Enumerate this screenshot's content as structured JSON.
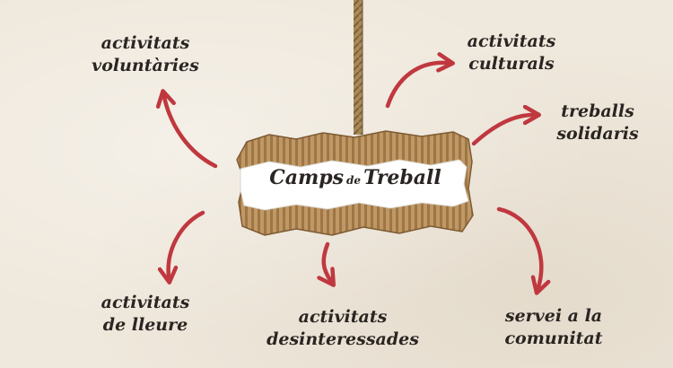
{
  "center": {
    "word1": "Camps",
    "connector": "de",
    "word2": "Treball"
  },
  "nodes": {
    "voluntaries": {
      "line1": "activitats",
      "line2": "voluntàries"
    },
    "culturals": {
      "line1": "activitats",
      "line2": "culturals"
    },
    "solidaris": {
      "line1": "treballs",
      "line2": "solidaris"
    },
    "lleure": {
      "line1": "activitats",
      "line2": "de lleure"
    },
    "desinteressades": {
      "line1": "activitats",
      "line2": "desinteressades"
    },
    "comunitat": {
      "line1": "servei a la",
      "line2": "comunitat"
    }
  },
  "colors": {
    "arrow": "#c0383f",
    "text": "#2a2522",
    "cardboard": "#b8905c",
    "rope": "#9a7a4e"
  }
}
